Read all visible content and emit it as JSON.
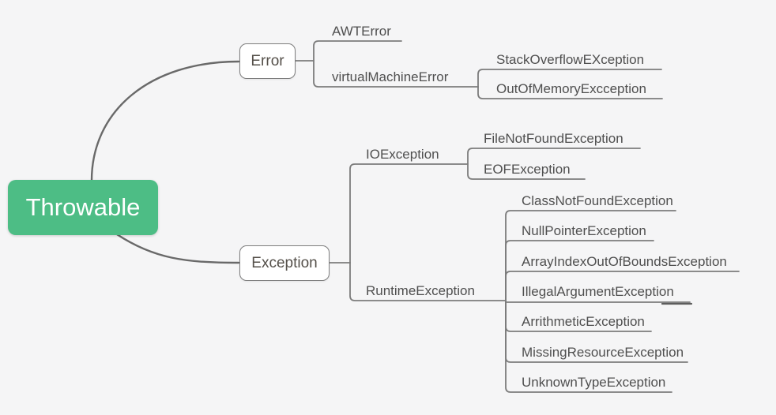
{
  "canvas": {
    "background": "#f5f5f6",
    "branch_line_color": "#7c7c7c",
    "root_curve_color": "#696969"
  },
  "tree": {
    "root": {
      "label": "Throwable",
      "fill_color": "#4dbd85",
      "text_color": "#ffffff"
    },
    "branches": [
      {
        "label": "Error",
        "children": [
          {
            "label": "AWTError",
            "children": []
          },
          {
            "label": "virtualMachineError",
            "children": [
              {
                "label": "StackOverflowEXception"
              },
              {
                "label": "OutOfMemoryExcception"
              }
            ]
          }
        ]
      },
      {
        "label": "Exception",
        "children": [
          {
            "label": "IOException",
            "children": [
              {
                "label": "FileNotFoundException"
              },
              {
                "label": "EOFException"
              }
            ]
          },
          {
            "label": "RuntimeException",
            "children": [
              {
                "label": "ClassNotFoundException"
              },
              {
                "label": "NullPointerException"
              },
              {
                "label": "ArrayIndexOutOfBoundsException"
              },
              {
                "label": "IllegalArgumentException"
              },
              {
                "label": "ArrithmeticException"
              },
              {
                "label": "MissingResourceException"
              },
              {
                "label": "UnknownTypeException"
              }
            ]
          }
        ]
      }
    ]
  }
}
